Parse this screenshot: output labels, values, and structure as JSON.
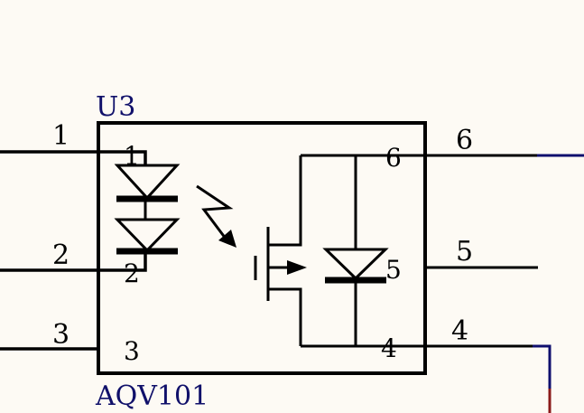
{
  "component": {
    "designator": "U3",
    "part_number": "AQV101",
    "pins_outer": [
      "1",
      "2",
      "3",
      "6",
      "5",
      "4"
    ],
    "pins_inner": [
      "1",
      "2",
      "3",
      "6",
      "5",
      "4"
    ]
  },
  "colors": {
    "background": "#fdfaf4",
    "stroke": "#000000",
    "label": "#10106a",
    "net_wire": "#0f0f6e",
    "net_wire_red": "#8b1a1a"
  }
}
